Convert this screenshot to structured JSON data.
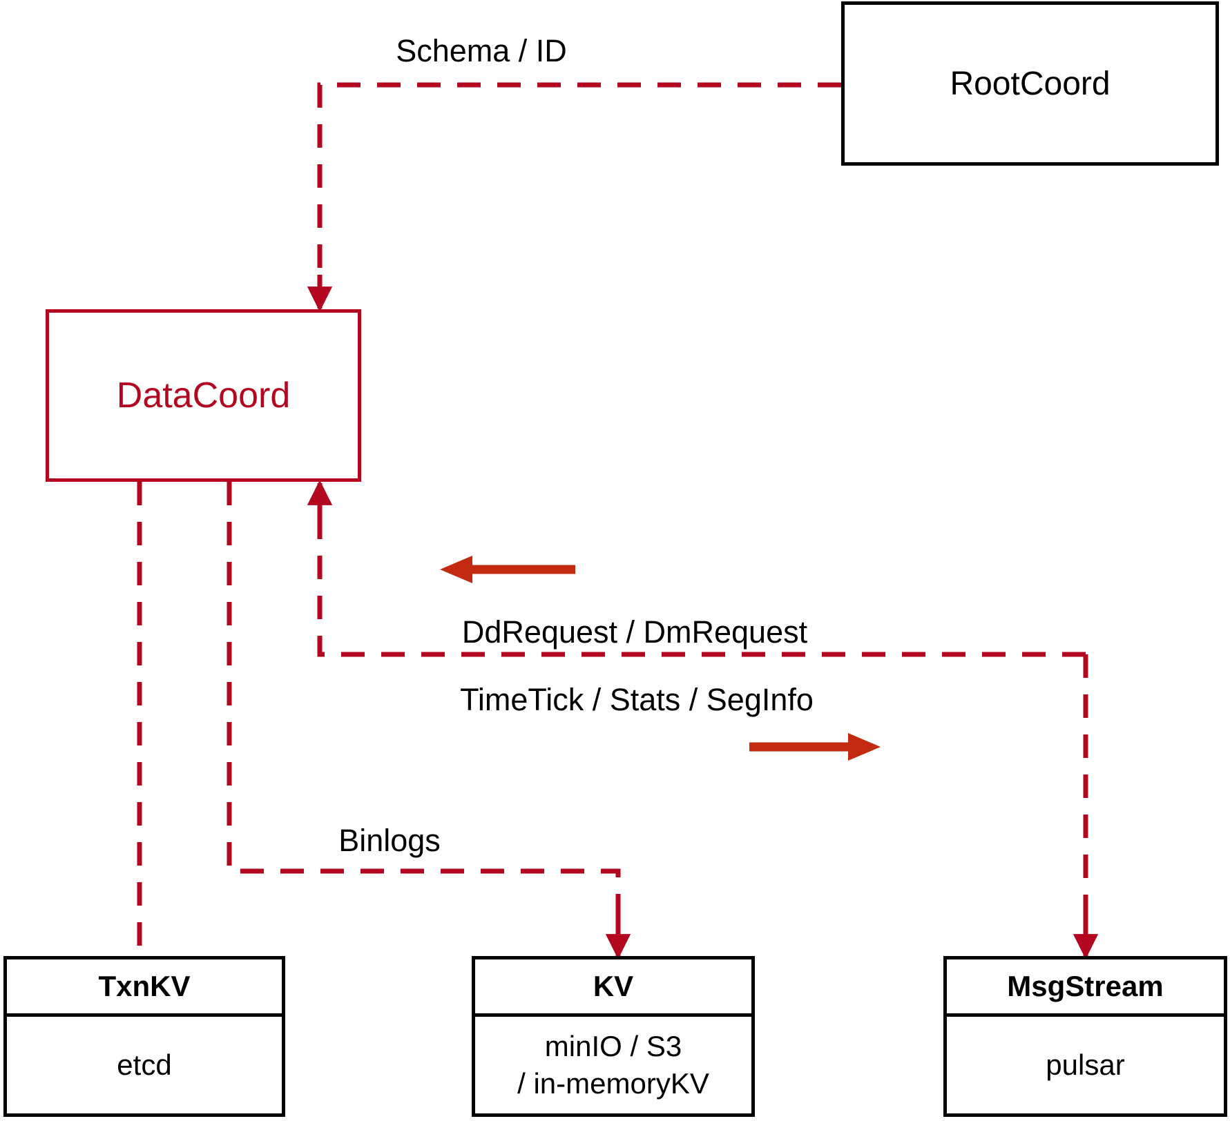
{
  "diagram": {
    "title": "DataCoord architecture",
    "colors": {
      "accent_red": "#b3061f",
      "arrow_red": "#c22a12",
      "node_black": "#000000",
      "background": "#ffffff"
    },
    "nodes": {
      "rootcoord": {
        "label": "RootCoord"
      },
      "datacoord": {
        "label": "DataCoord"
      },
      "txnkv": {
        "title": "TxnKV",
        "sub_line1": "etcd"
      },
      "kv": {
        "title": "KV",
        "sub_line1": "minIO / S3",
        "sub_line2": "/ in-memoryKV"
      },
      "msgstream": {
        "title": "MsgStream",
        "sub_line1": "pulsar"
      }
    },
    "edge_labels": {
      "schema_id": "Schema / ID",
      "dd_dm_request": "DdRequest / DmRequest",
      "timetick_stats_seginfo": "TimeTick / Stats / SegInfo",
      "binlogs": "Binlogs"
    }
  }
}
